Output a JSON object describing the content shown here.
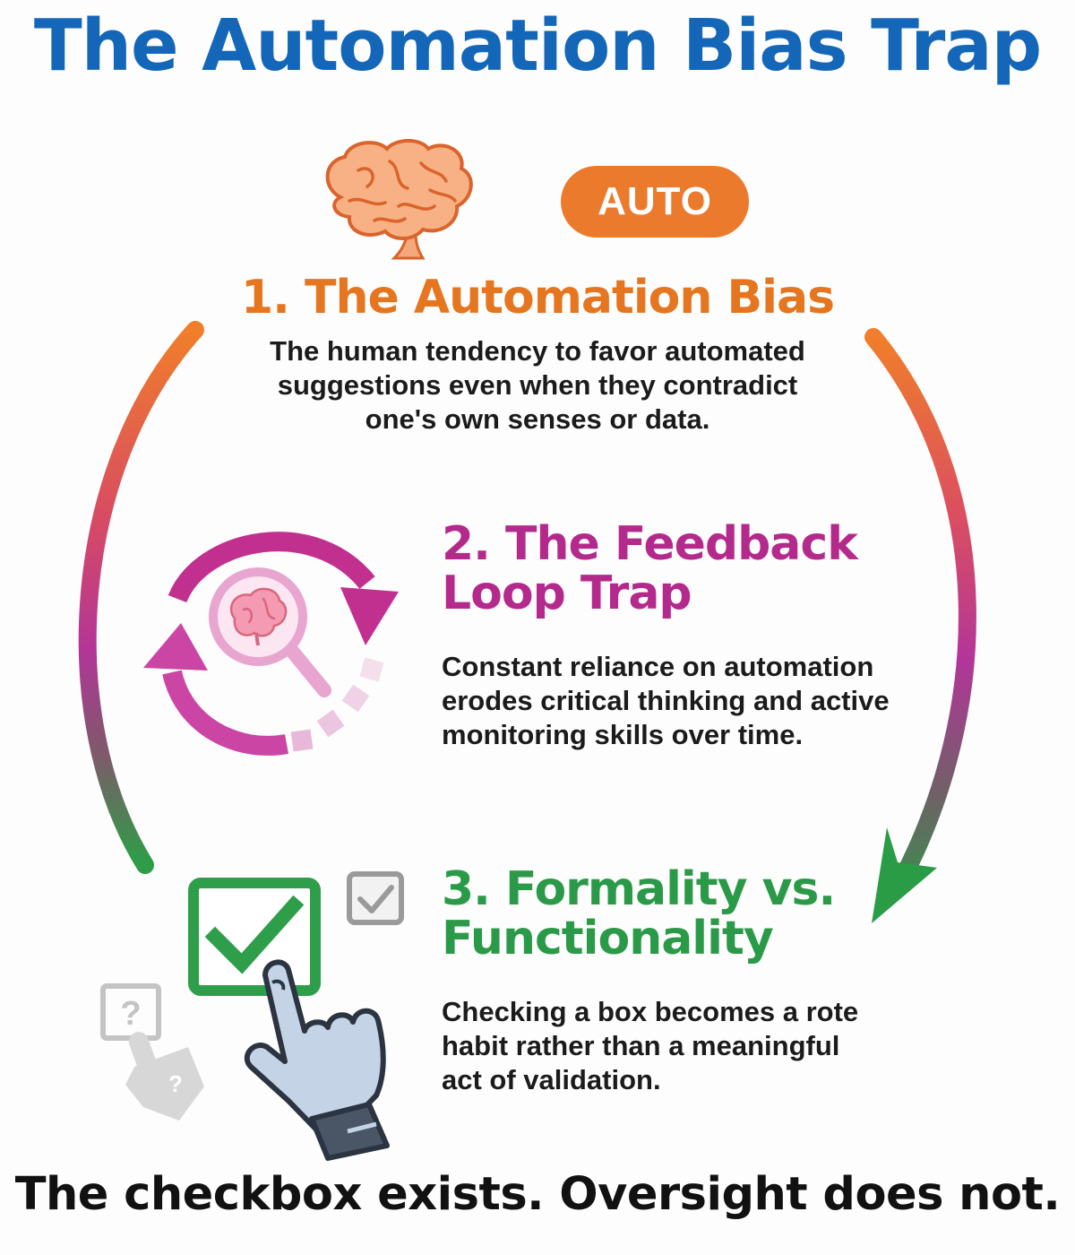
{
  "title": "The Automation Bias Trap",
  "badge": {
    "label": "AUTO"
  },
  "steps": [
    {
      "title_lines": [
        "1. The Automation Bias"
      ],
      "description_lines": [
        "The human tendency to favor automated",
        "suggestions even when they contradict",
        "one's own senses or data."
      ],
      "color": "#e5761f"
    },
    {
      "title_lines": [
        "2. The Feedback",
        "Loop Trap"
      ],
      "description_lines": [
        "Constant reliance on automation",
        "erodes critical thinking and active",
        "monitoring skills over time."
      ],
      "color": "#b42a8c"
    },
    {
      "title_lines": [
        "3. Formality vs.",
        "Functionality"
      ],
      "description_lines": [
        "Checking a box becomes a rote",
        "habit rather than a meaningful",
        "act of validation."
      ],
      "color": "#2b9a48"
    }
  ],
  "icons": {
    "brain_symbol": "?",
    "question_mark": "?"
  },
  "tagline": "The checkbox exists. Oversight does not."
}
